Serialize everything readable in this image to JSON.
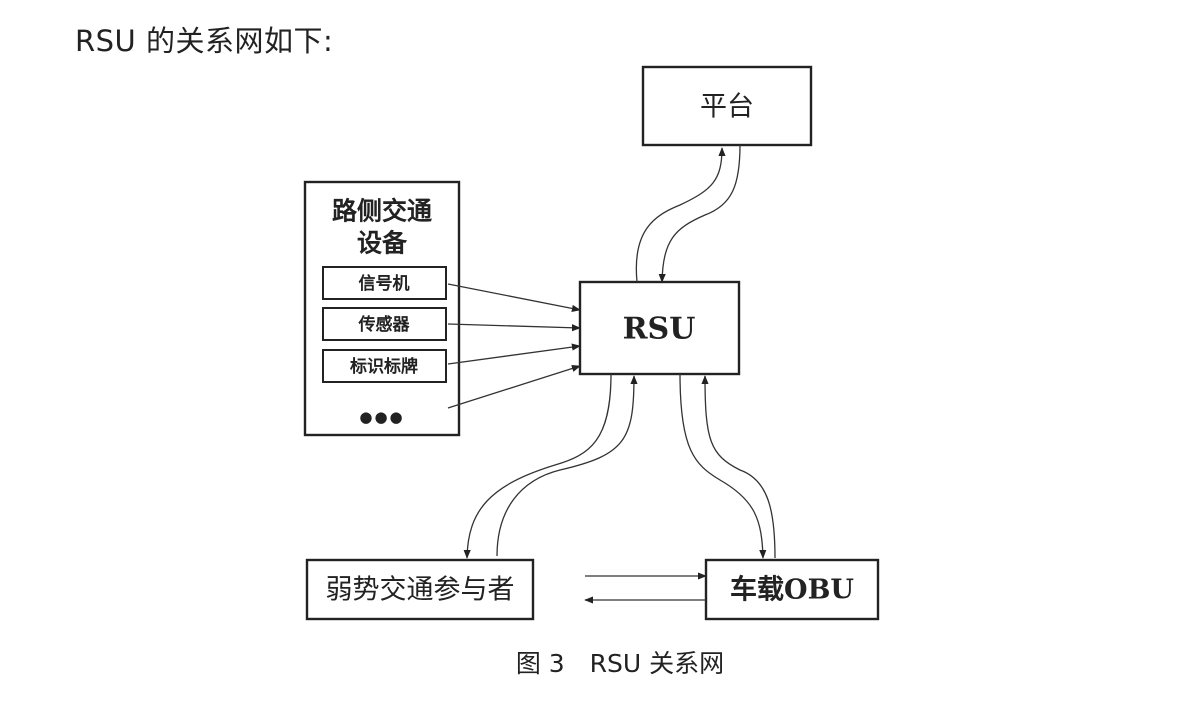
{
  "heading": "RSU 的关系网如下:",
  "caption": "图 3　RSU 关系网",
  "diagram": {
    "nodes": {
      "platform": "平台",
      "roadside_group_title_line1": "路侧交通",
      "roadside_group_title_line2": "设备",
      "signal": "信号机",
      "sensor": "传感器",
      "sign": "标识标牌",
      "more": "●●●",
      "rsu": "RSU",
      "vru": "弱势交通参与者",
      "obu": "车载OBU"
    },
    "edges": [
      {
        "from": "信号机",
        "to": "RSU",
        "direction": "one-way"
      },
      {
        "from": "传感器",
        "to": "RSU",
        "direction": "one-way"
      },
      {
        "from": "标识标牌",
        "to": "RSU",
        "direction": "one-way"
      },
      {
        "from": "●●●",
        "to": "RSU",
        "direction": "one-way"
      },
      {
        "from": "RSU",
        "to": "平台",
        "direction": "two-way"
      },
      {
        "from": "RSU",
        "to": "弱势交通参与者",
        "direction": "two-way"
      },
      {
        "from": "RSU",
        "to": "车载OBU",
        "direction": "two-way"
      },
      {
        "from": "弱势交通参与者",
        "to": "车载OBU",
        "direction": "two-way"
      }
    ]
  }
}
